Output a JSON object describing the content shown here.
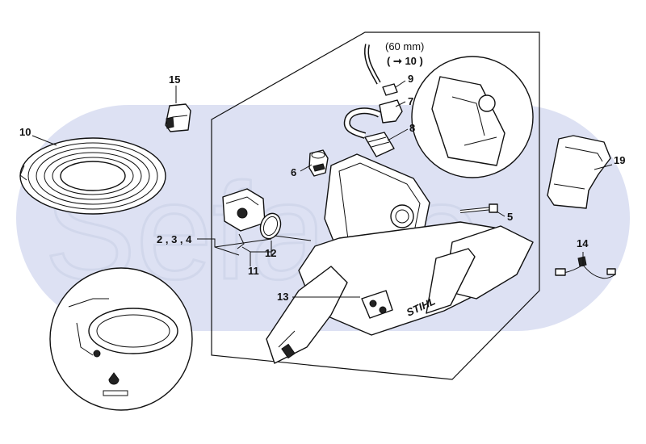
{
  "watermark": {
    "text": "Sefano",
    "band_color": "#dde1f3"
  },
  "callouts": [
    {
      "id": "c10",
      "text": "10"
    },
    {
      "id": "c15",
      "text": "15"
    },
    {
      "id": "c9",
      "text": "9"
    },
    {
      "id": "c7",
      "text": "7"
    },
    {
      "id": "c8",
      "text": "8"
    },
    {
      "id": "c6",
      "text": "6"
    },
    {
      "id": "c5",
      "text": "5"
    },
    {
      "id": "c234",
      "text": "2 , 3 , 4"
    },
    {
      "id": "c12",
      "text": "12"
    },
    {
      "id": "c11",
      "text": "11"
    },
    {
      "id": "c13",
      "text": "13"
    },
    {
      "id": "c14",
      "text": "14"
    },
    {
      "id": "c19",
      "text": "19"
    }
  ],
  "hose_note": {
    "length": "(60 mm)",
    "ref": "( ➞ 10 )"
  },
  "brand_mark": "STIHL"
}
